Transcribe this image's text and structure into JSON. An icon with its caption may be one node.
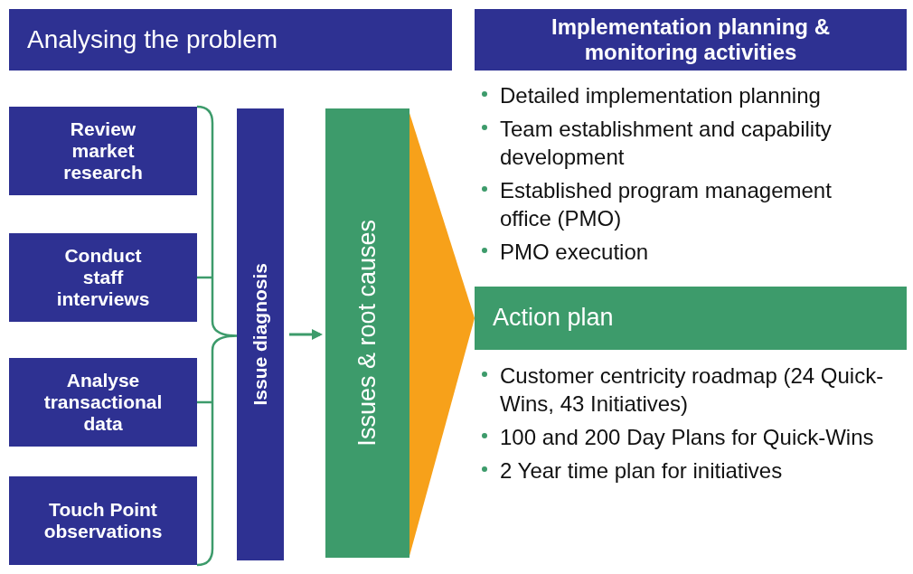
{
  "diagram": {
    "nodes": [
      {
        "text": [
          "Analysing the problem"
        ]
      },
      {
        "text": [
          "Review market research"
        ]
      },
      {
        "text": [
          "Conduct staff interviews"
        ]
      },
      {
        "text": [
          "Analyse transactional data"
        ]
      },
      {
        "text": [
          "Touch Point observations"
        ]
      },
      {
        "text": [
          "Issue diagnosis"
        ]
      },
      {
        "text": [
          "Issues & root causes"
        ]
      },
      {
        "text": [
          "Implementation planning & monitoring activities"
        ]
      },
      {
        "text": [
          "Action plan"
        ]
      }
    ],
    "edges": [
      {
        "from": 1,
        "to": 5,
        "arrow": "none"
      },
      {
        "from": 2,
        "to": 5,
        "arrow": "none"
      },
      {
        "from": 3,
        "to": 5,
        "arrow": "none"
      },
      {
        "from": 4,
        "to": 5,
        "arrow": "none"
      },
      {
        "from": 5,
        "to": 6,
        "arrow": "to"
      },
      {
        "from": 6,
        "to": 8,
        "arrow": "to",
        "style": "thick",
        "color": "#f7a11a"
      }
    ],
    "labels": [
      "Detailed implementation planning",
      "Team establishment and capability development",
      "Established program management office (PMO)",
      "PMO execution",
      "Customer centricity roadmap (24 Quick-Wins, 43 Initiatives)",
      "100 and 200 Day Plans for Quick-Wins",
      "2 Year time plan for initiatives"
    ]
  }
}
